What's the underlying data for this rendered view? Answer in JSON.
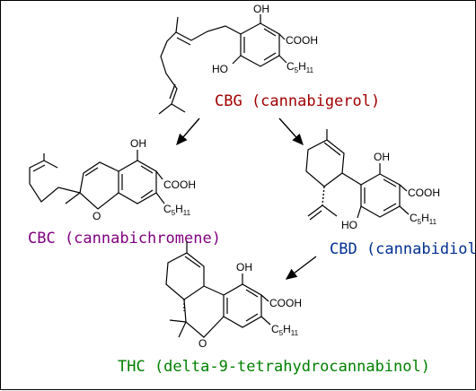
{
  "compounds": [
    {
      "id": "cbg",
      "label": "CBG (cannabigerol)",
      "color": "#a00000"
    },
    {
      "id": "cbc",
      "label": "CBC (cannabichromene)",
      "color": "#800080"
    },
    {
      "id": "cbd",
      "label": "CBD (cannabidiol)",
      "color": "#003090"
    },
    {
      "id": "thc",
      "label": "THC (delta-9-tetrahydrocannabinol)",
      "color": "#008000"
    }
  ],
  "atoms": {
    "oh": "OH",
    "ho": "HO",
    "cooh": "COOH",
    "c": "C",
    "c5": "5",
    "h11": "H",
    "h11n": "11",
    "o": "O"
  }
}
